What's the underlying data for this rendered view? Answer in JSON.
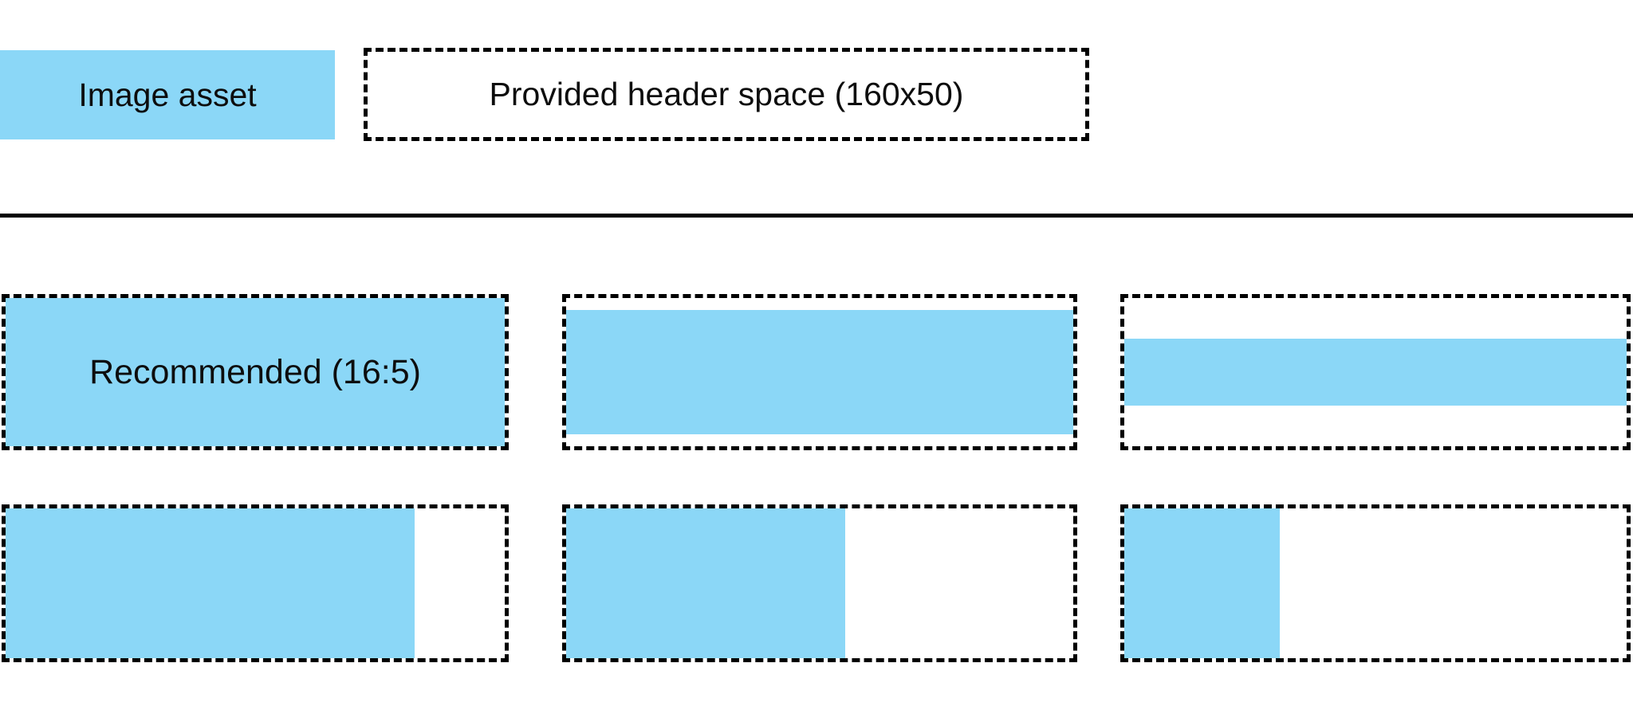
{
  "legend": {
    "asset_label": "Image asset",
    "header_space_label": "Provided header space (160x50)"
  },
  "colors": {
    "asset_blue": "#8BD7F7",
    "ink": "#000000"
  },
  "examples": [
    {
      "name": "recommended-16-5",
      "label": "Recommended (16:5)",
      "fill": {
        "width_pct": 100,
        "height_pct": 100,
        "h_align": "left",
        "v_align": "center"
      }
    },
    {
      "name": "full-width-reduced-height",
      "label": "",
      "fill": {
        "width_pct": 100,
        "height_pct": 84,
        "h_align": "left",
        "v_align": "center"
      }
    },
    {
      "name": "full-width-thin-strip",
      "label": "",
      "fill": {
        "width_pct": 100,
        "height_pct": 45,
        "h_align": "left",
        "v_align": "center"
      }
    },
    {
      "name": "full-height-wide-asset",
      "label": "",
      "fill": {
        "width_pct": 82,
        "height_pct": 100,
        "h_align": "left",
        "v_align": "center"
      }
    },
    {
      "name": "full-height-medium-asset",
      "label": "",
      "fill": {
        "width_pct": 55,
        "height_pct": 100,
        "h_align": "left",
        "v_align": "center"
      }
    },
    {
      "name": "full-height-narrow-asset",
      "label": "",
      "fill": {
        "width_pct": 31,
        "height_pct": 100,
        "h_align": "left",
        "v_align": "center"
      }
    }
  ]
}
